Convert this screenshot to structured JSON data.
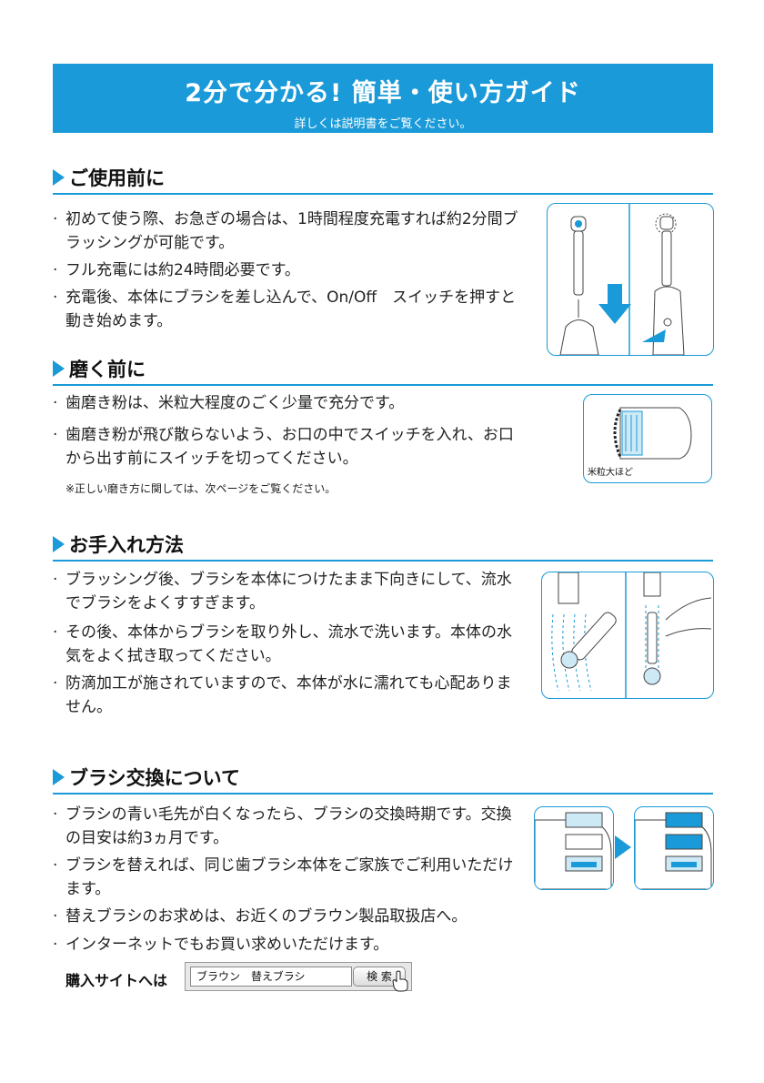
{
  "header": {
    "title": "2分で分かる! 簡単・使い方ガイド",
    "subtitle": "詳しくは説明書をご覧ください。"
  },
  "sections": [
    {
      "heading": "ご使用前に",
      "bullets": [
        "初めて使う際、お急ぎの場合は、1時間程度充電すれば約2分間ブラッシングが可能です。",
        "フル充電には約24時間必要です。",
        "充電後、本体にブラシを差し込んで、On/Off　スイッチを押すと動き始めます。"
      ]
    },
    {
      "heading": "磨く前に",
      "bullets": [
        "歯磨き粉は、米粒大程度のごく少量で充分です。",
        "歯磨き粉が飛び散らないよう、お口の中でスイッチを入れ、お口から出す前にスイッチを切ってください。"
      ],
      "note": "※正しい磨き方に関しては、次ページをご覧ください。",
      "figure_label": "米粒大ほど"
    },
    {
      "heading": "お手入れ方法",
      "bullets": [
        "ブラッシング後、ブラシを本体につけたまま下向きにして、流水でブラシをよくすすぎます。",
        "その後、本体からブラシを取り外し、流水で洗います。本体の水気をよく拭き取ってください。",
        "防滴加工が施されていますので、本体が水に濡れても心配ありません。"
      ]
    },
    {
      "heading": "ブラシ交換について",
      "bullets": [
        "ブラシの青い毛先が白くなったら、ブラシの交換時期です。交換の目安は約3ヵ月です。",
        "ブラシを替えれば、同じ歯ブラシ本体をご家族でご利用いただけます。",
        "替えブラシのお求めは、お近くのブラウン製品取扱店へ。",
        "インターネットでもお買い求めいただけます。"
      ]
    }
  ],
  "purchase": {
    "label": "購入サイトへは",
    "search_value": "ブラウン　替えブラシ",
    "search_button": "検 索"
  },
  "colors": {
    "accent": "#1a9ad8"
  }
}
